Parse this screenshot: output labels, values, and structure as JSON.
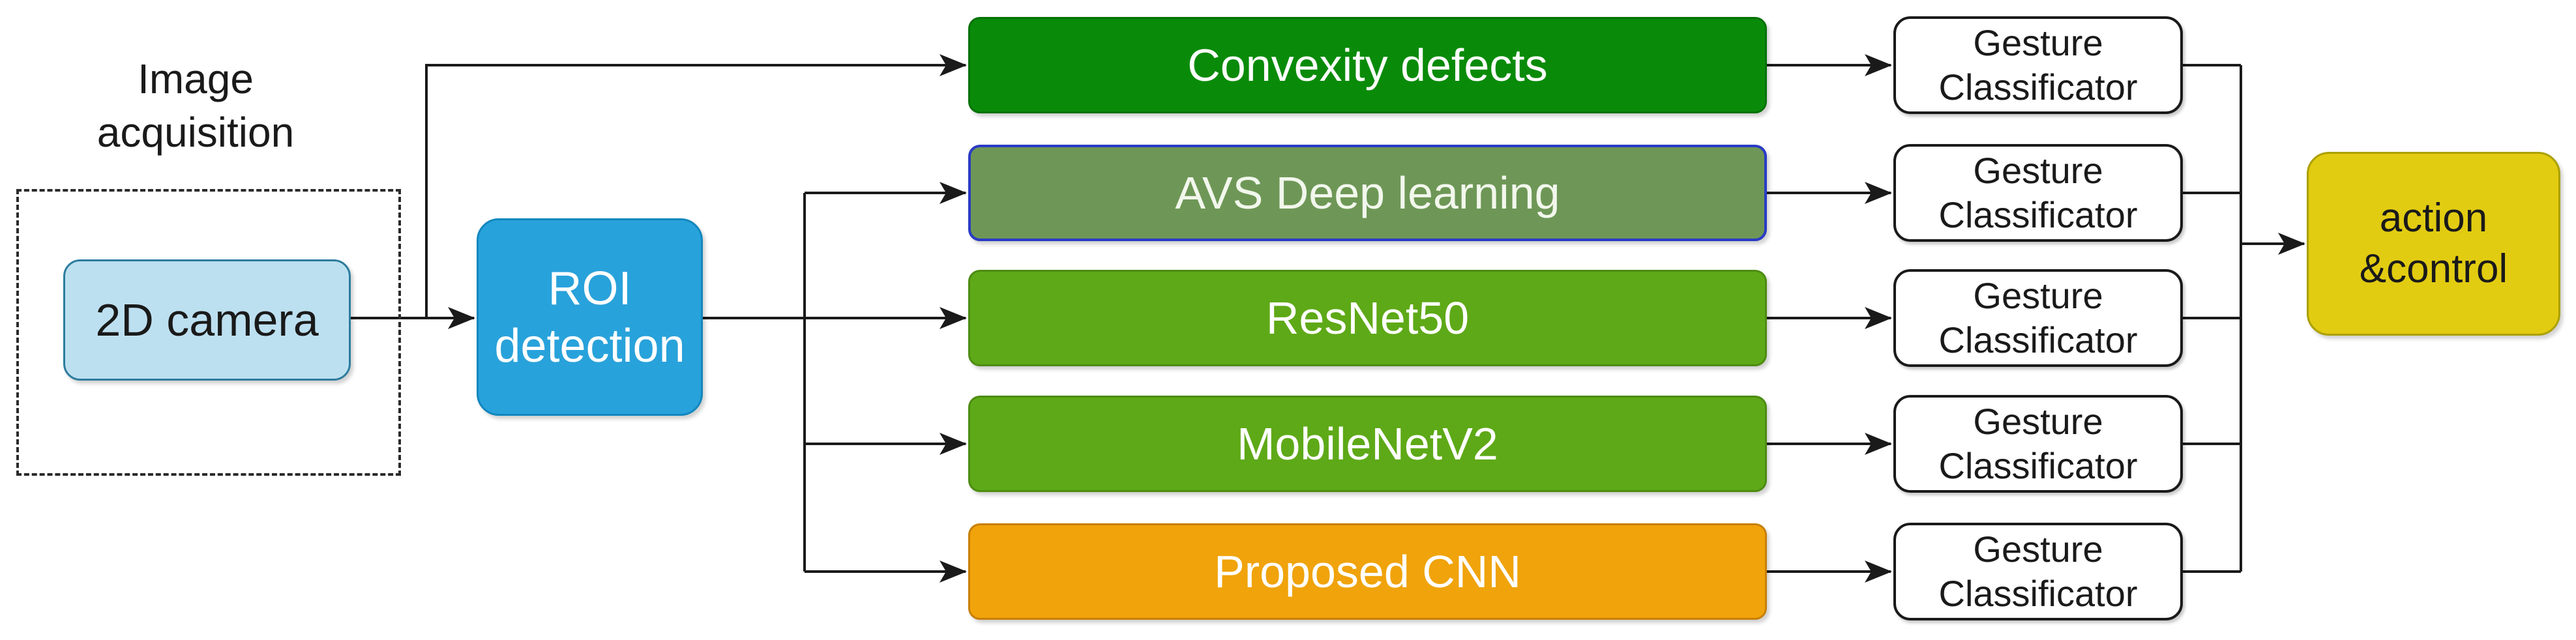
{
  "diagram": {
    "title_label": {
      "line1": "Image",
      "line2": "acquisition"
    },
    "line_color": "#1a1a1a",
    "nodes": {
      "camera": {
        "label": "2D camera",
        "fill": "#bde0f0",
        "border": "#2c7c9e",
        "text_color": "#1a1a1a"
      },
      "roi": {
        "line1": "ROI",
        "line2": "detection",
        "fill": "#28a2db",
        "border": "#1287be",
        "text_color": "#ffffff"
      },
      "action": {
        "line1": "action",
        "line2": "&control",
        "fill": "#e2cc11",
        "border": "#aba000",
        "text_color": "#1a1a1a"
      }
    },
    "models": [
      {
        "label": "Convexity defects",
        "fill": "#098b09",
        "border": "#067106",
        "text_color": "#ffffff"
      },
      {
        "label": "AVS Deep learning",
        "fill": "#6e9757",
        "border": "#2a3bc4",
        "text_color": "#f2f7ec"
      },
      {
        "label": "ResNet50",
        "fill": "#5ea917",
        "border": "#4d8c12",
        "text_color": "#ffffff"
      },
      {
        "label": "MobileNetV2",
        "fill": "#5ea917",
        "border": "#4d8c12",
        "text_color": "#ffffff"
      },
      {
        "label": "Proposed CNN",
        "fill": "#f0a30a",
        "border": "#c87f06",
        "text_color": "#ffffff"
      }
    ],
    "classifier": {
      "line1": "Gesture",
      "line2": "Classificator",
      "fill": "#ffffff",
      "border": "#1a1a1a",
      "text_color": "#1a1a1a"
    }
  }
}
